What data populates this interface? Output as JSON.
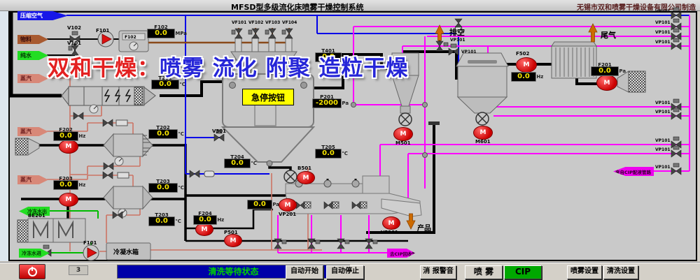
{
  "window": {
    "title": "MFSD型多级流化床喷雾干燥控制系统",
    "company": "无锡市双和喷雾干燥设备有限公司制造"
  },
  "watermark": {
    "red": "双和干燥：",
    "blue": "喷雾 流化 附聚 造粒干燥"
  },
  "arrows": {
    "compressed_air": "压缩空气",
    "material": "物料",
    "pure_water": "纯水",
    "steam": "蒸汽",
    "steam2": "蒸汽",
    "steam3": "蒸汽",
    "chilled_out": "冷冻水出",
    "chilled_in": "冷冻水进",
    "vent": "排空",
    "tail_gas": "尾气",
    "product": "产品",
    "cip_supply": "来自CIP配液管路",
    "cip_return": "去CIP回收管路"
  },
  "equipment": {
    "estop": "急停按钮",
    "condensate_tank": "冷凝水箱",
    "be201": "BE201",
    "motor_glyph": "M"
  },
  "valves": {
    "v101": "V101",
    "v102": "V102",
    "v301": "V301",
    "vf101": "VF101",
    "vf102": "VF102",
    "vf103": "VF103",
    "vf104": "VF104",
    "vp101": "VP101"
  },
  "motors": {
    "glyph": "M",
    "m501": "M501",
    "m601": "M601",
    "b501": "B501",
    "vp201": "VP201",
    "v5201": "V5201",
    "p501": "P501",
    "f502": "F502",
    "f101": "F101",
    "f101b": "F101"
  },
  "displays": {
    "f102": {
      "label": "F102",
      "value": "0.0",
      "unit": "MPa"
    },
    "t201": {
      "label": "T201",
      "value": "0.0",
      "unit": "℃"
    },
    "t401": {
      "label": "T401",
      "value": "0.0",
      "unit": "℃"
    },
    "p201": {
      "label": "P201",
      "value": "-2000",
      "unit": "Pa"
    },
    "t205": {
      "label": "T205",
      "value": "0.0",
      "unit": "℃"
    },
    "t204": {
      "label": "T204",
      "value": "0.0",
      "unit": "℃"
    },
    "t202": {
      "label": "T202",
      "value": "0.0",
      "unit": "℃"
    },
    "f202": {
      "label": "F202",
      "value": "0.0",
      "unit": "Hz"
    },
    "f203": {
      "label": "F203",
      "value": "0.0",
      "unit": "Hz"
    },
    "t203a": {
      "label": "T203",
      "value": "0.0",
      "unit": "℃"
    },
    "t203b": {
      "label": "T203",
      "value": "0.0",
      "unit": "℃"
    },
    "f201": {
      "label": "F201",
      "value": "0.0",
      "unit": "Pa"
    },
    "f502": {
      "label": "F502",
      "value": "0.0",
      "unit": "Hz"
    },
    "f204": {
      "label": "F204",
      "value": "0.0",
      "unit": "Hz"
    },
    "vp201": {
      "value": "0.0",
      "unit": "Pa"
    }
  },
  "unit_label": {
    "f102u": "F102"
  },
  "statusbar": {
    "counter": "3",
    "status": "清洗等待状态",
    "auto_start": "自动开始",
    "auto_stop": "自动停止",
    "mute": "消 报警音",
    "spray": "喷 雾",
    "cip": "CIP",
    "spray_set": "喷雾设置",
    "clean_set": "清洗设置"
  }
}
